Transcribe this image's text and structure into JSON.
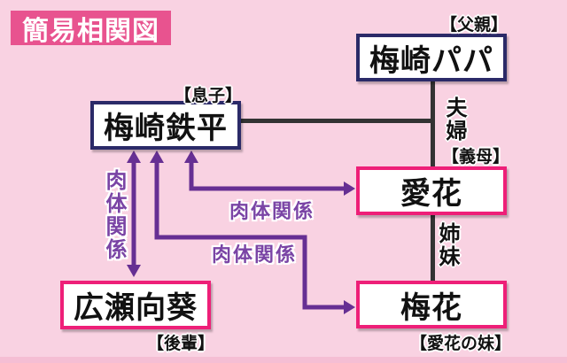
{
  "title": "簡易相関図",
  "nodes": {
    "papa": {
      "name": "梅崎パパ",
      "role": "【父親】"
    },
    "teppei": {
      "name": "梅崎鉄平",
      "role": "【息子】"
    },
    "aika": {
      "name": "愛花",
      "role": "【義母】"
    },
    "baika": {
      "name": "梅花",
      "role": "【愛花の妹】"
    },
    "mukai": {
      "name": "広瀬向葵",
      "role": "【後輩】"
    }
  },
  "edges": {
    "couple": {
      "label": "夫婦",
      "type": "family"
    },
    "sisters": {
      "label": "姉妹",
      "type": "family"
    },
    "physical_mukai": {
      "label": "肉体関係",
      "type": "physical"
    },
    "physical_aika": {
      "label": "肉体関係",
      "type": "physical"
    },
    "physical_baika": {
      "label": "肉体関係",
      "type": "physical"
    }
  },
  "colors": {
    "background": "#f9d2e2",
    "bottom_band": "#f5bed4",
    "title_bg": "#e8538f",
    "title_text": "#ffffff",
    "family_box_border": "#2b2a68",
    "heroine_box_border": "#ee1f78",
    "box_fill": "#ffffff",
    "family_line": "#333333",
    "physical_arrow": "#662f93",
    "physical_label": "#7a44a5"
  }
}
